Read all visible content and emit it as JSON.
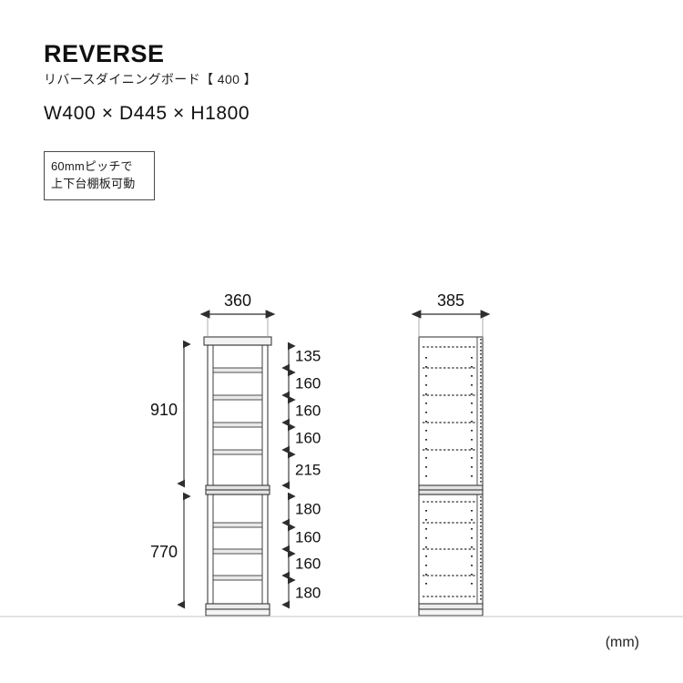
{
  "header": {
    "brand": "REVERSE",
    "subtitle": "リバースダイニングボード【 400 】",
    "dimensions": "W400 × D445 × H1800",
    "badge_line1": "60mmピッチで",
    "badge_line2": "上下台棚板可動"
  },
  "footer": {
    "unit_label": "(mm)"
  },
  "front_view": {
    "width_label": "360",
    "upper_total_label": "910",
    "lower_total_label": "770",
    "upper_compartments": [
      "135",
      "160",
      "160",
      "160",
      "215"
    ],
    "lower_compartments": [
      "180",
      "160",
      "160",
      "180"
    ]
  },
  "side_view": {
    "depth_label": "385"
  },
  "colors": {
    "outline": "#3c3c3c",
    "dimension_line": "#4d4d4d",
    "text": "#111111",
    "background": "#ffffff",
    "shelf_fill": "#f2f2f2"
  }
}
